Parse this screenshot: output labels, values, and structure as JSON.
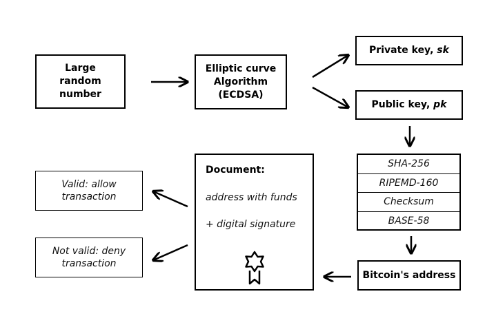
{
  "nodes": {
    "large_random": "Large random number",
    "ecdsa": "Elliptic curve Algorithm (ECDSA)",
    "private_key_prefix": "Private key, ",
    "private_key_var": "sk",
    "public_key_prefix": "Public key, ",
    "public_key_var": "pk",
    "hash_steps": [
      "SHA-256",
      "RIPEMD-160",
      "Checksum",
      "BASE-58"
    ],
    "bitcoin_address": "Bitcoin's address",
    "document_title": "Document:",
    "document_line1": "address with funds",
    "document_line2": "+ digital signature",
    "valid": "Valid: allow transaction",
    "not_valid": "Not valid: deny transaction"
  },
  "icons": {
    "document_badge": "award-star-icon"
  }
}
